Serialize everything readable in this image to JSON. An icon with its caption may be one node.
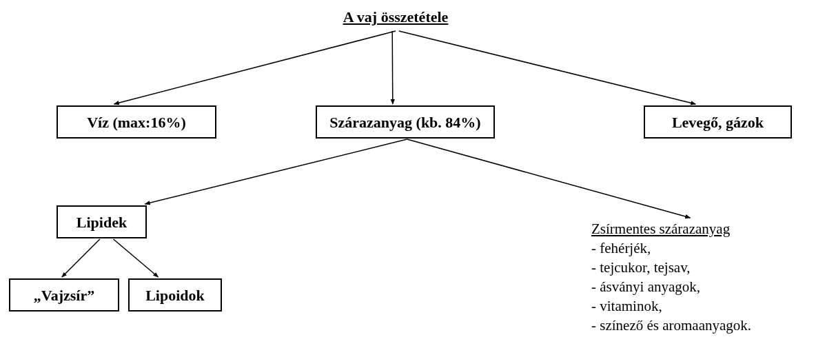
{
  "diagram": {
    "nodes": [
      {
        "text": [
          "A vaj összetétele"
        ]
      },
      {
        "text": [
          "Víz (max:16%)"
        ]
      },
      {
        "text": [
          "Szárazanyag (kb. 84%)"
        ]
      },
      {
        "text": [
          "Levegő, gázok"
        ]
      },
      {
        "text": [
          "Lipidek"
        ]
      },
      {
        "text": [
          "Zsírmentes szárazanyag",
          "- fehérjék,",
          "- tejcukor, tejsav,",
          "- ásványi anyagok,",
          "- vitaminok,",
          "- színező és aromaanyagok."
        ]
      },
      {
        "text": [
          "„Vajzsír”"
        ]
      },
      {
        "text": [
          "Lipoidok"
        ]
      }
    ],
    "edges": [
      {
        "from": 0,
        "to": 1,
        "arrow": "to"
      },
      {
        "from": 0,
        "to": 2,
        "arrow": "to"
      },
      {
        "from": 0,
        "to": 3,
        "arrow": "to"
      },
      {
        "from": 2,
        "to": 4,
        "arrow": "to"
      },
      {
        "from": 2,
        "to": 5,
        "arrow": "to"
      },
      {
        "from": 4,
        "to": 6,
        "arrow": "to"
      },
      {
        "from": 4,
        "to": 7,
        "arrow": "to"
      }
    ]
  }
}
